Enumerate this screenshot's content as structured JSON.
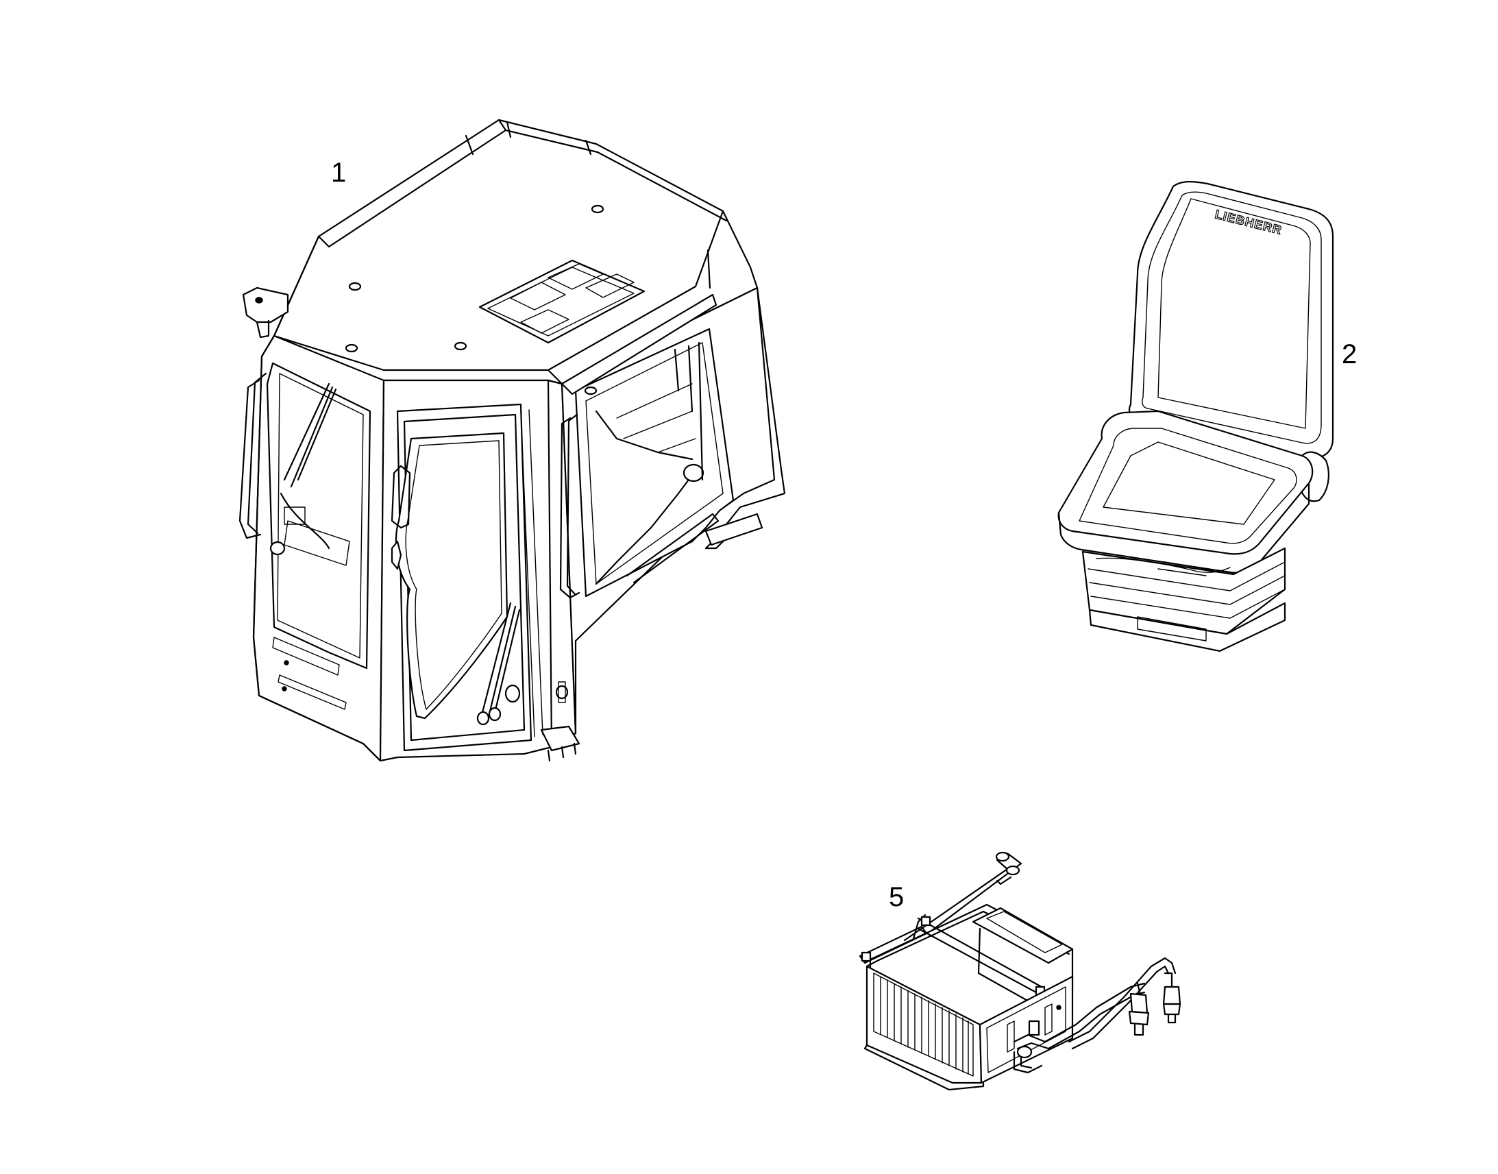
{
  "parts": [
    {
      "label": "1",
      "item": "cab"
    },
    {
      "label": "2",
      "item": "seat"
    },
    {
      "label": "5",
      "item": "heater"
    }
  ],
  "seat_logo": "LIEBHERR",
  "colors": {
    "line": "#000000",
    "background": "#ffffff"
  }
}
